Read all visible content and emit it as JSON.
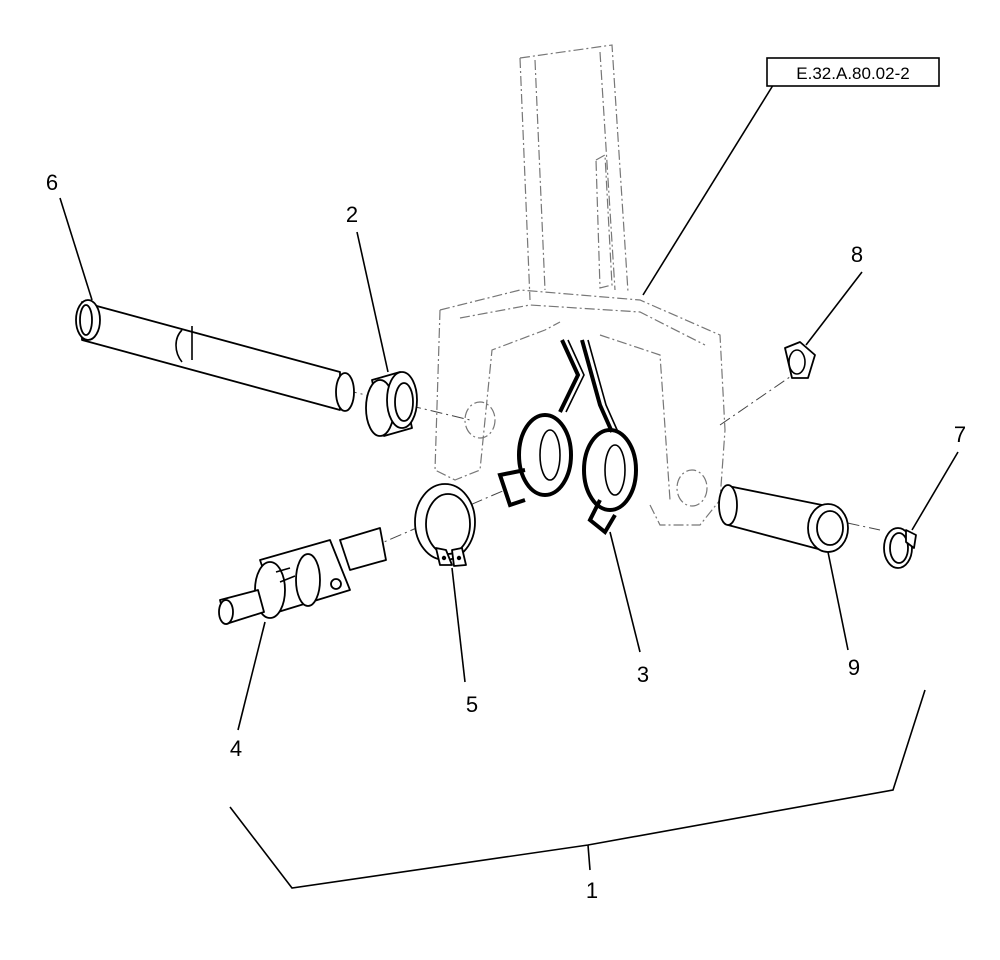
{
  "reference_box": {
    "text": "E.32.A.80.02-2"
  },
  "callouts": [
    {
      "id": "6",
      "text": "6"
    },
    {
      "id": "2",
      "text": "2"
    },
    {
      "id": "8",
      "text": "8"
    },
    {
      "id": "7",
      "text": "7"
    },
    {
      "id": "4",
      "text": "4"
    },
    {
      "id": "5",
      "text": "5"
    },
    {
      "id": "3",
      "text": "3"
    },
    {
      "id": "9",
      "text": "9"
    },
    {
      "id": "1",
      "text": "1"
    }
  ]
}
